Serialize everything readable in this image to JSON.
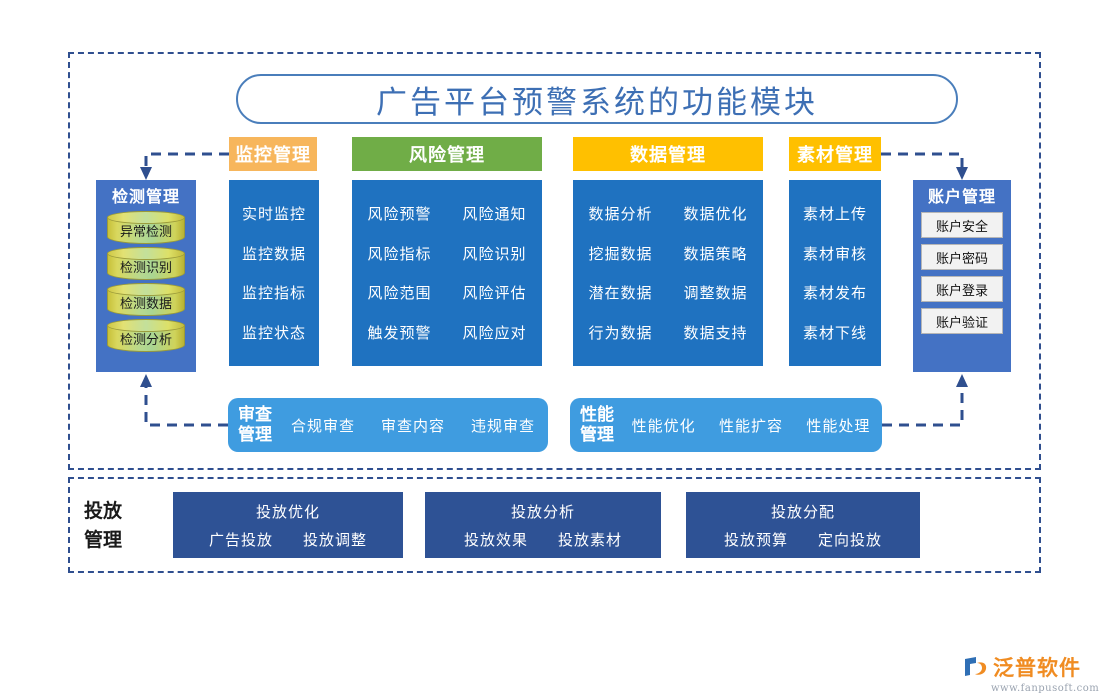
{
  "title": "广告平台预警系统的功能模块",
  "colors": {
    "frame_dashed": "#2F4F8F",
    "title_border": "#4A7EBB",
    "title_text": "#3D6FB4",
    "chip_monitor": "#F7B65C",
    "chip_risk": "#70AD47",
    "chip_data": "#FFC000",
    "chip_asset": "#FFC000",
    "panel_blue": "#1F72C0",
    "box_blue": "#4472C4",
    "bar_blue": "#3F9CE0",
    "card_navy": "#2E5295",
    "cylinder_green": "#A9D592",
    "cylinder_olive": "#C8C13A",
    "chip_white": "#F2F2F2",
    "logo_orange": "#F08C22"
  },
  "detection": {
    "title": "检测管理",
    "cylinders": [
      "异常检测",
      "检测识别",
      "检测数据",
      "检测分析"
    ]
  },
  "columns": [
    {
      "key": "monitor",
      "header": "监控管理",
      "rows": [
        [
          "实时监控"
        ],
        [
          "监控数据"
        ],
        [
          "监控指标"
        ],
        [
          "监控状态"
        ]
      ]
    },
    {
      "key": "risk",
      "header": "风险管理",
      "rows": [
        [
          "风险预警",
          "风险通知"
        ],
        [
          "风险指标",
          "风险识别"
        ],
        [
          "风险范围",
          "风险评估"
        ],
        [
          "触发预警",
          "风险应对"
        ]
      ]
    },
    {
      "key": "data",
      "header": "数据管理",
      "rows": [
        [
          "数据分析",
          "数据优化"
        ],
        [
          "挖掘数据",
          "数据策略"
        ],
        [
          "潜在数据",
          "调整数据"
        ],
        [
          "行为数据",
          "数据支持"
        ]
      ]
    },
    {
      "key": "asset",
      "header": "素材管理",
      "rows": [
        [
          "素材上传"
        ],
        [
          "素材审核"
        ],
        [
          "素材发布"
        ],
        [
          "素材下线"
        ]
      ]
    }
  ],
  "account": {
    "title": "账户管理",
    "items": [
      "账户安全",
      "账户密码",
      "账户登录",
      "账户验证"
    ]
  },
  "bars": [
    {
      "key": "review",
      "title_line1": "审查",
      "title_line2": "管理",
      "items": [
        "合规审查",
        "审查内容",
        "违规审查"
      ]
    },
    {
      "key": "performance",
      "title_line1": "性能",
      "title_line2": "管理",
      "items": [
        "性能优化",
        "性能扩容",
        "性能处理"
      ]
    }
  ],
  "delivery": {
    "label_line1": "投放",
    "label_line2": "管理",
    "cards": [
      {
        "title": "投放优化",
        "subs": [
          "广告投放",
          "投放调整"
        ]
      },
      {
        "title": "投放分析",
        "subs": [
          "投放效果",
          "投放素材"
        ]
      },
      {
        "title": "投放分配",
        "subs": [
          "投放预算",
          "定向投放"
        ]
      }
    ]
  },
  "logo": {
    "name": "泛普软件",
    "url": "www.fanpusoft.com"
  }
}
